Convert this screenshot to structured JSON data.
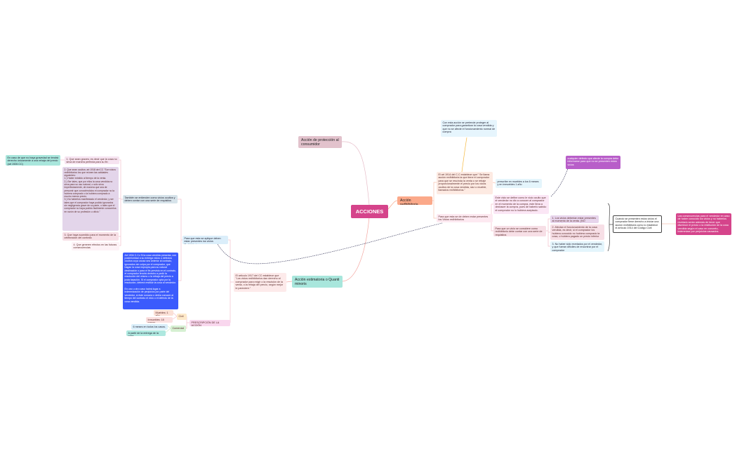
{
  "center": {
    "label": "ACCIONES",
    "color": "#d5448b"
  },
  "branches": {
    "proteccion": {
      "label": "Acción de protección al consumidor",
      "color": "#e2c2cc"
    },
    "redhibitoria": {
      "label": "Acción redhibitoria",
      "color": "#fba98a"
    },
    "estimatoria": {
      "label": "Acción estimatoria o Quanti minoris",
      "color": "#a8e6dc"
    }
  },
  "redhibitoria": {
    "proteccion_note": "Con esta acción se pretende proteger al comprador para garantizar la cosa vendida y que no se afecte el funcionamiento normal de compra",
    "art1914": "El art 1914 del C.C establece que:\" Se llama acción redhibitoria la que tiene el comprador para que se rescinda la venta o se rebaje proporcionalmente el precio por los vicios ocultos de la cosa vendida, raíz o mueble, llamados redhibitorios.\"",
    "prescribe": "prescribe en muebles a los 6 meses y en inmuebles 1 año",
    "para_que": "Para que esta se de deben estar presentes los Vicios redhibitorios",
    "este_vicio": "Este vicio se define como le vicio oculto que el vendedor no dio a conocer al comprador en el momento de la compra, este lleva a deshacer la compra, pues de haberlo sabido el comprador no lo hubiera aceptado.",
    "cualquier_defecto": "cualquier defecto que afecte la compra debe informarse para que no se presenten estos vicios",
    "para_que_vicio": "Para que un vicio se considere como redhibitorio debe contar con una serie de requisitos",
    "requisitos": [
      "1. Los vicios deberían estar presentes al momento de la venta. (NO DESPUÉS)",
      "2. Afectan el funcionamiento de la cosa vendida, es decir, si el comprador los hubiera conocido no hubiera comprado la cosa, o hubiera pagado un precio inferior",
      "3. No haber sido revelados por el vendedor, y que fueran difíciles de encontrar por el comprador"
    ],
    "cuando": "Cuando se presenten estos vicios el comprador tiene derecho a iniciar una acción redhibitoria como lo establece el artículo 1914 del Código Civil",
    "consecuencias": "Las consecuencias para el vendedor en caso de haber conocido los vicios y no haberlos revelado serán además de tener que disminuir el precio o la restitución de la cosa vendida según el caso en concreto, indemnizar por perjuicios causados."
  },
  "estimatoria": {
    "art1917": "El artículo 1917 del CC establece que \"Los vicios redhibitorios dan derecho al comprador para exigir o la rescisión de la venta, o la rebaja del precio, según mejor le pareciere.\"",
    "para_que": "Para que esta se aplique deben estar presentes los vicios Redhibitorios",
    "tambien": "También se entienden como vicios ocultos y deben contar con una serie de requisitos",
    "requisitos": [
      "1. Que sean graves; es decir que la cosa no sirva de manera perfecta para su fin",
      "2. Que sean ocultos: art 1918 del CC \"Son vicios redhibitorios los que reúnen las calidades siguientes:\n1.) Haber existido al tiempo de la venta.\n2.) Ser tales, que por ellos la cosa vendida no sirva para su uso natural, o sólo sirva imperfectamente, de manera que sea de presumir que conociéndolos el comprador no la hubiera comprado o la hubiera comprado a mucho menos precio.\n3.) No haberlos manifestado el vendedor, y ser tales que el comprador haya podido ignorarlos sin negligencia grave de su parte, o tales que el comprador no haya podido fácilmente conocerlos en razón de su profesión u oficio.\"",
      "3. Que haya sucedido para el momento de la celebración del contrato",
      "4. Que generen efectos en las futuras consecuencias"
    ],
    "gravedad": "En caso de que no haya gravedad se tendrá derecho únicamente a una rebaja del precio (art 1926 CC)",
    "art1934": "Art 1934 C.Cc Si la cosa vendida presenta, con posterioridad a su entrega vicios o defectos ocultos cuya causa sea anterior al contrato, ignorados sin culpa por el comprador, que hagan la cosa impropia para su natural destinación o para el fin previsto en el contrato, el comprador tendrá derecho a pedir la resolución del mismo o la rebaja del precio a justa tasación. Si el comprador opta por la resolución, deberá restituir la cosa al vendedor.\n\nEn uno u otro caso habrá lugar a indemnización de perjuicios por parte del vendedor, si éste conocía o debía conocer al tiempo del contrato el vicio o el defecto de la cosa vendida.",
    "prescripcion": {
      "label": "PRESCRIPCIÓN DE LA ACCIÓN",
      "civil": "Civil",
      "muebles": "Muebles: 1 año",
      "inmuebles": "Inmuebles: 18 meses",
      "comercial": "Comercial",
      "seis_meses": "6 meses en todos los casos.",
      "entrega": "A partir de la entrega de la cosa."
    }
  }
}
